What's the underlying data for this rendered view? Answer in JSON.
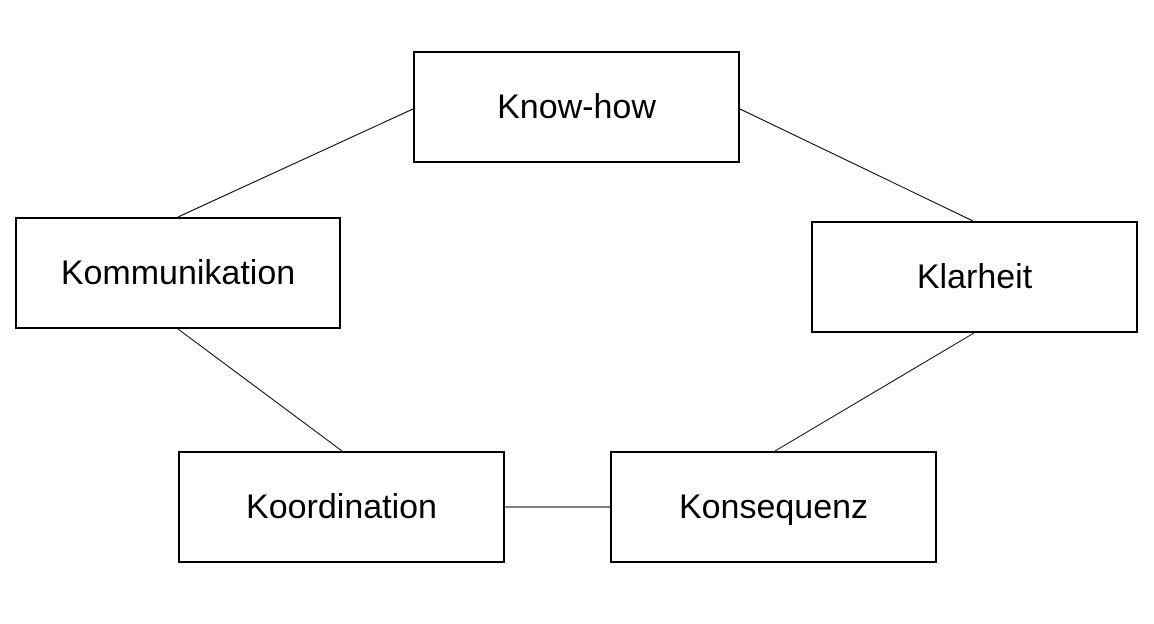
{
  "diagram": {
    "nodes": {
      "knowhow": "Know-how",
      "kommunikation": "Kommunikation",
      "klarheit": "Klarheit",
      "koordination": "Koordination",
      "konsequenz": "Konsequenz"
    },
    "edges": [
      [
        "knowhow",
        "klarheit"
      ],
      [
        "klarheit",
        "konsequenz"
      ],
      [
        "konsequenz",
        "koordination"
      ],
      [
        "koordination",
        "kommunikation"
      ],
      [
        "kommunikation",
        "knowhow"
      ]
    ],
    "colors": {
      "stroke": "#000000",
      "background": "#ffffff",
      "text": "#000000"
    }
  }
}
